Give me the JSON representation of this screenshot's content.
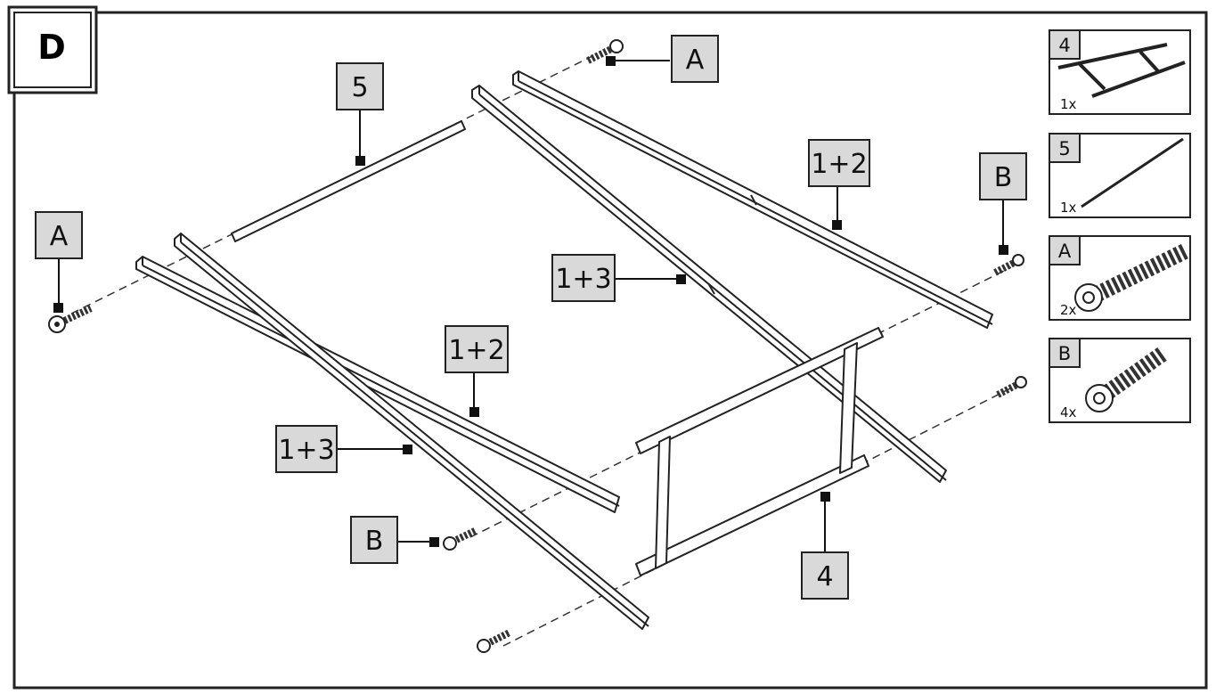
{
  "step": "D",
  "callouts": {
    "a_top": "A",
    "part5": "5",
    "a_left": "A",
    "part12_right": "1+2",
    "b_right": "B",
    "part13_center": "1+3",
    "part12_left": "1+2",
    "part13_left": "1+3",
    "b_bottom": "B",
    "part4": "4"
  },
  "parts_list": [
    {
      "id": "4",
      "qty": "1x"
    },
    {
      "id": "5",
      "qty": "1x"
    },
    {
      "id": "A",
      "qty": "2x"
    },
    {
      "id": "B",
      "qty": "4x"
    }
  ],
  "colors": {
    "line": "#222222",
    "callout_fill": "#d9d9d9",
    "tube_fill": "#ffffff",
    "screw": "#333333"
  }
}
